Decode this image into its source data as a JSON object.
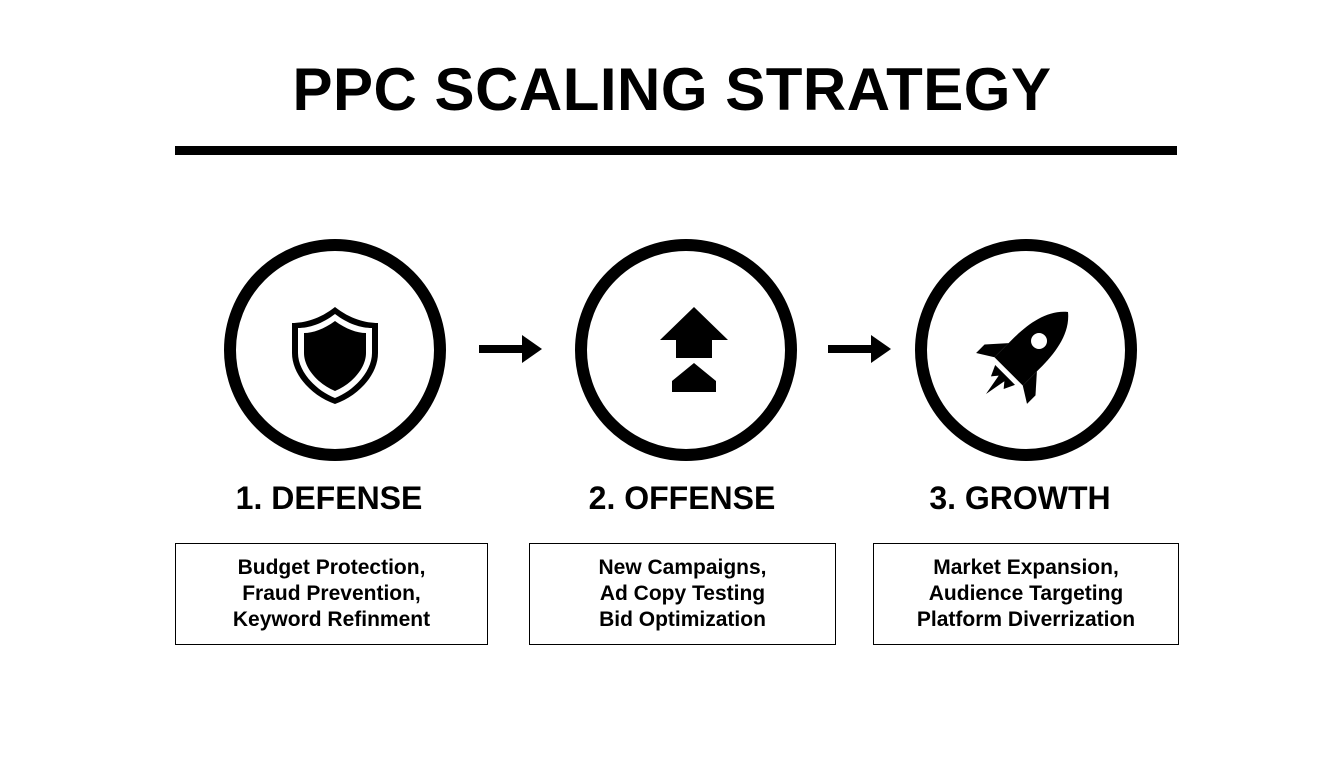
{
  "title": "PPC SCALING STRATEGY",
  "colors": {
    "ink": "#000000",
    "background": "#ffffff"
  },
  "stages": [
    {
      "icon": "shield-icon",
      "label": "1. DEFENSE",
      "items": [
        "Budget Protection,",
        "Fraud Prevention,",
        "Keyword Refinment"
      ]
    },
    {
      "icon": "arrow-up-icon",
      "label": "2. OFFENSE",
      "items": [
        "New Campaigns,",
        "Ad Copy Testing",
        "Bid Optimization"
      ]
    },
    {
      "icon": "rocket-icon",
      "label": "3. GROWTH",
      "items": [
        "Market Expansion,",
        "Audience Targeting",
        "Platform Diverrization"
      ]
    }
  ]
}
